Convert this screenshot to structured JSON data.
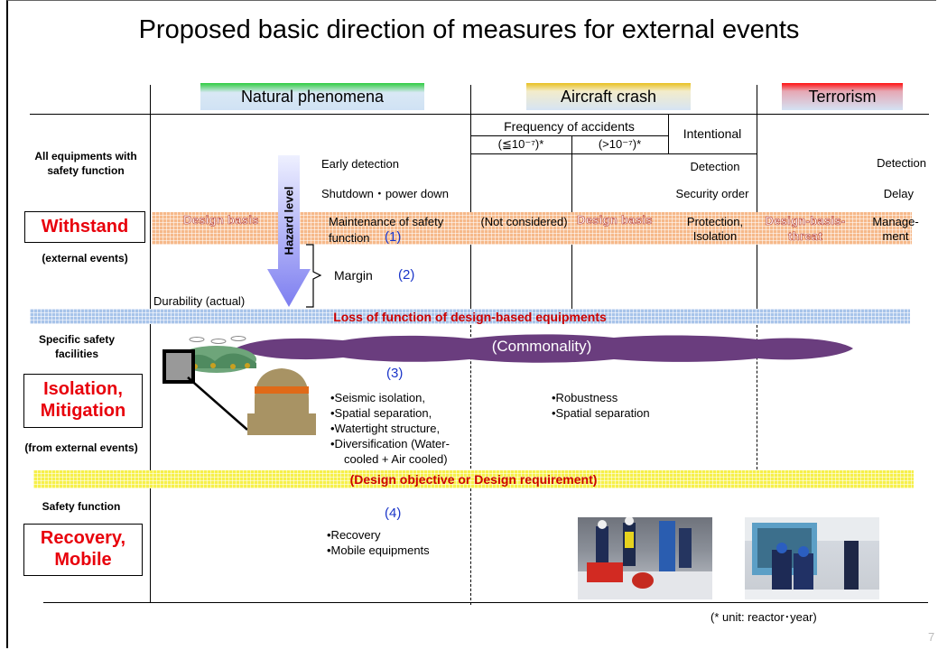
{
  "title": "Proposed basic direction of measures for external events",
  "headers": {
    "natural": "Natural phenomena",
    "aircraft": "Aircraft crash",
    "terrorism": "Terrorism"
  },
  "colors": {
    "red_label": "#e8000b",
    "blue_number": "#1a35c9",
    "cloud": "#6a3d7e"
  },
  "left_labels": {
    "all_equipments": "All equipments with safety function",
    "withstand": "Withstand",
    "withstand_sub": "(external events)",
    "specific_facilities": "Specific safety facilities",
    "isolation": "Isolation, Mitigation",
    "isolation_sub": "(from external events)",
    "safety_function": "Safety function",
    "recovery": "Recovery, Mobile"
  },
  "aircraft_table": {
    "frequency": "Frequency of accidents",
    "low": "(≦10⁻⁷)*",
    "high": "(>10⁻⁷)*",
    "intentional": "Intentional"
  },
  "natural": {
    "hazard_level": "Hazard level",
    "early_detection": "Early detection",
    "shutdown": "Shutdown・power down",
    "design_basis": "Design basis",
    "maintenance_1": "Maintenance of safety",
    "maintenance_2": "function",
    "num1": "(1)",
    "margin": "Margin",
    "num2": "(2)",
    "durability": "Durability (actual)"
  },
  "aircraft": {
    "not_considered": "(Not considered)",
    "design_basis": "Design basis"
  },
  "intentional": {
    "detection": "Detection",
    "security_order": "Security order",
    "protection": "Protection, Isolation"
  },
  "terrorism": {
    "detection": "Detection",
    "delay": "Delay",
    "design_basis_threat": "Design-basis-threat",
    "management": "Manage- ment"
  },
  "bands": {
    "loss": "Loss of function of design-based equipments",
    "commonality": "(Commonality)",
    "design_objective": "(Design objective  or  Design requirement)"
  },
  "isolation_items": {
    "num3": "(3)",
    "list_natural": [
      "•Seismic isolation,",
      "•Spatial separation,",
      "•Watertight structure,",
      "•Diversification (Water-",
      "cooled + Air cooled)"
    ],
    "list_aircraft": [
      "•Robustness",
      "•Spatial separation"
    ]
  },
  "recovery_items": {
    "num4": "(4)",
    "list": [
      "•Recovery",
      "•Mobile equipments"
    ]
  },
  "footnote": "(* unit: reactor･year)",
  "page_number": "7"
}
